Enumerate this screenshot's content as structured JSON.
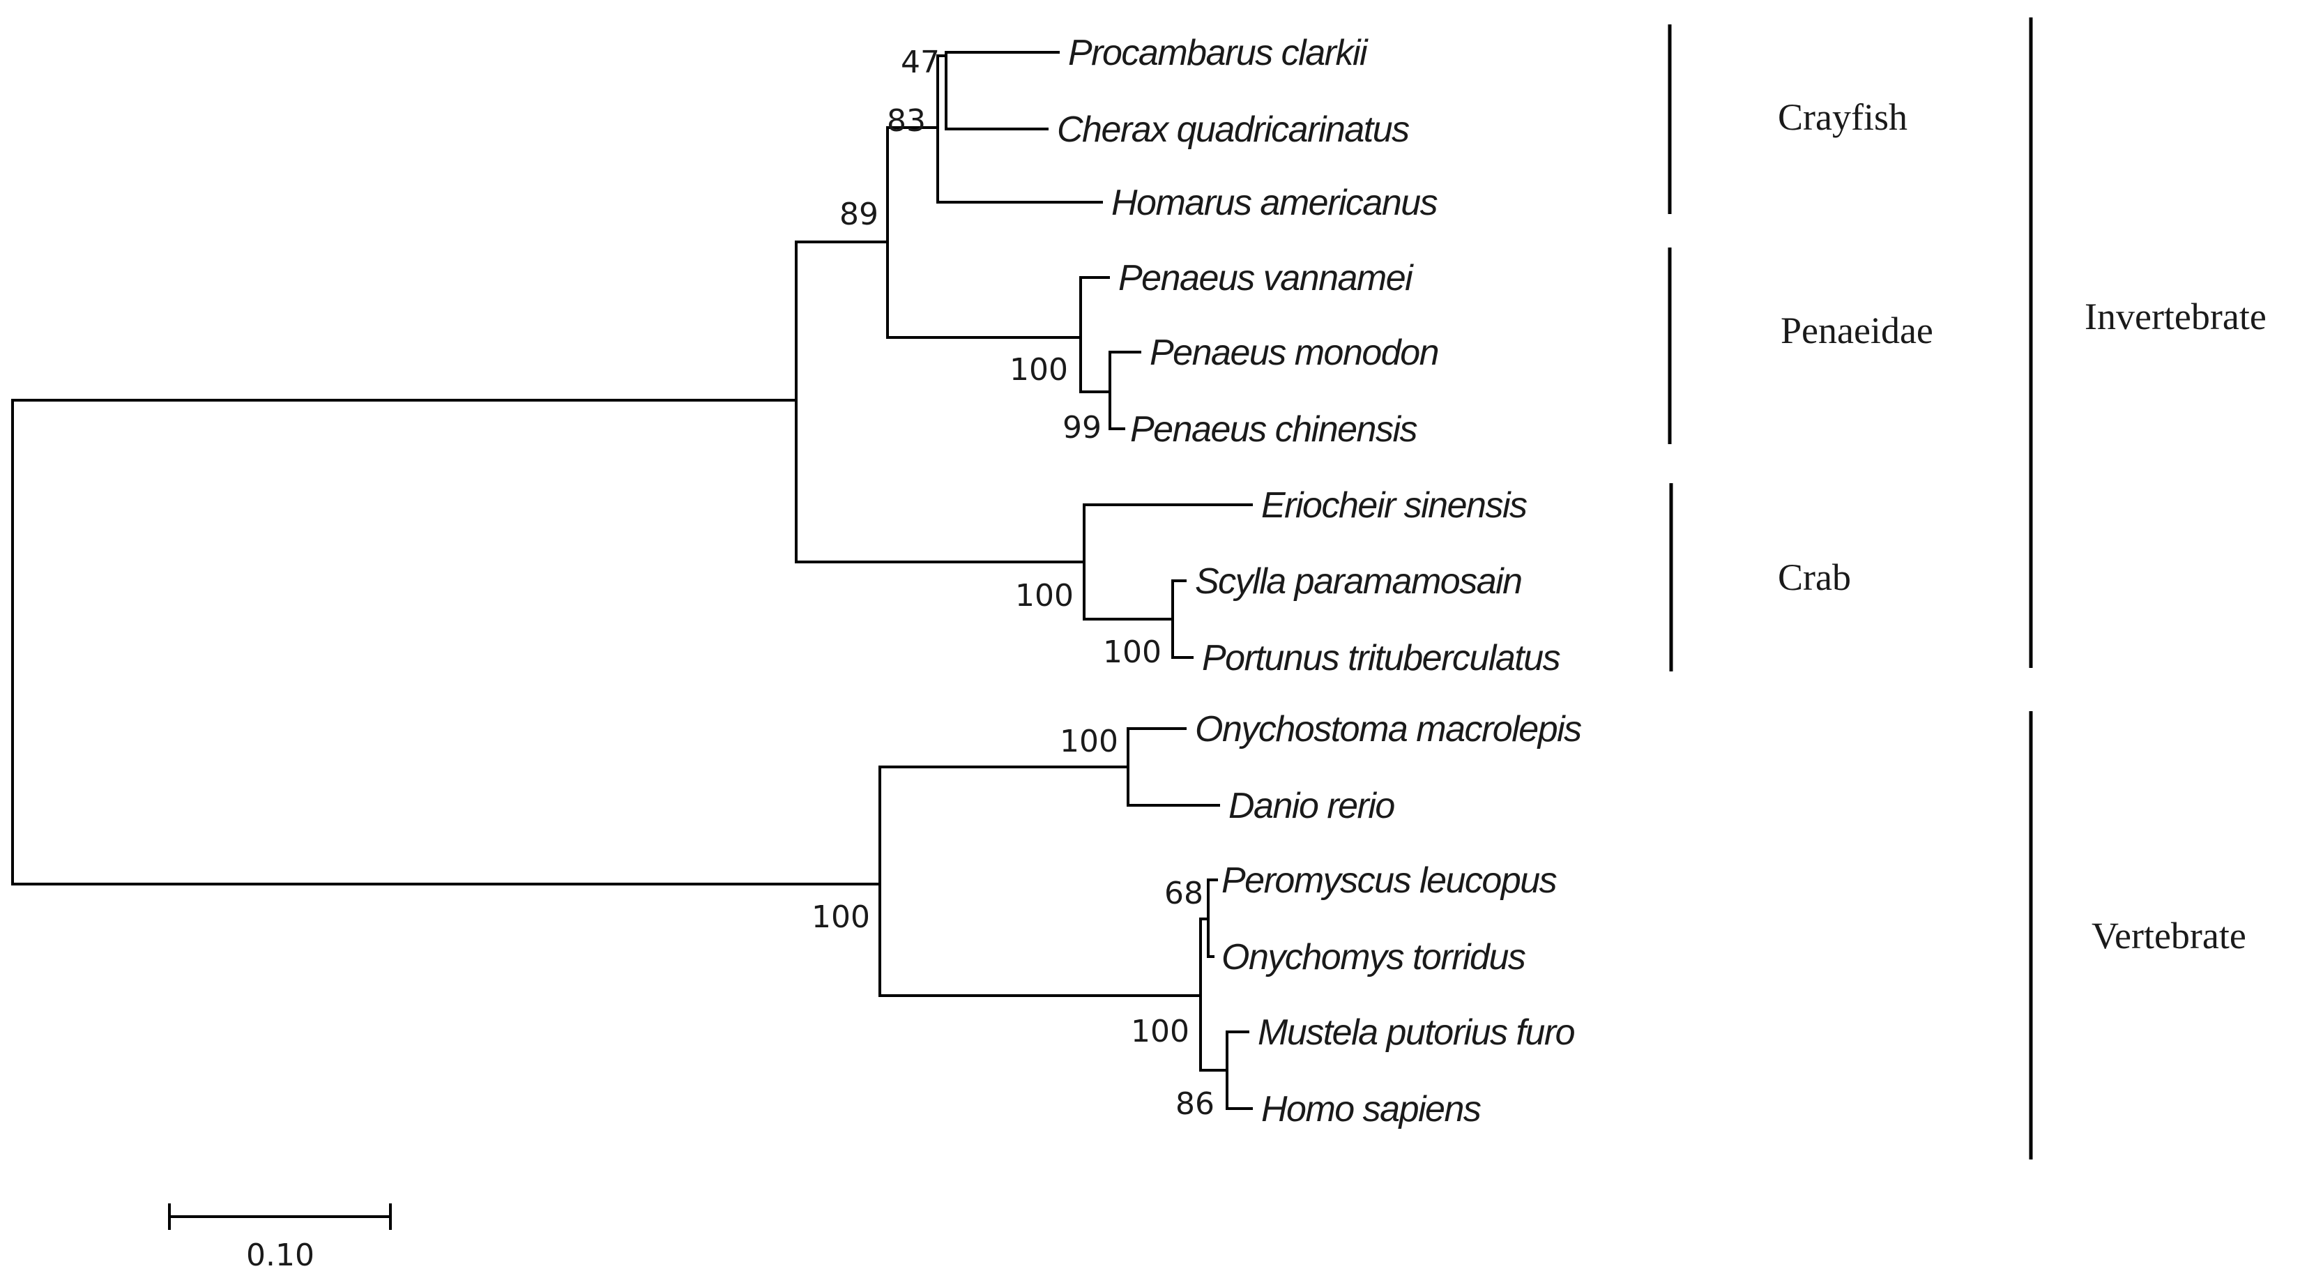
{
  "taxa": [
    "Procambarus clarkii",
    "Cherax quadricarinatus",
    "Homarus americanus",
    "Penaeus vannamei",
    "Penaeus monodon",
    "Penaeus chinensis",
    "Eriocheir sinensis",
    "Scylla paramamosain",
    "Portunus trituberculatus",
    "Onychostoma macrolepis",
    "Danio rerio",
    "Peromyscus leucopus",
    "Onychomys torridus",
    "Mustela putorius furo",
    "Homo sapiens"
  ],
  "bootstrap": {
    "procambarus_cherax": "47",
    "crayfish": "83",
    "crayfish_penaeidae": "89",
    "penaeidae": "100",
    "monodon_chinensis": "99",
    "crab": "100",
    "scylla_portunus": "100",
    "fish": "100",
    "vertebrate": "100",
    "peromyscus_onychomys": "68",
    "mammals": "100",
    "mustela_homo": "86"
  },
  "groups": {
    "crayfish": "Crayfish",
    "penaeidae": "Penaeidae",
    "crab": "Crab",
    "invertebrate": "Invertebrate",
    "vertebrate": "Vertebrate"
  },
  "scale_bar": {
    "label": "0.10"
  }
}
